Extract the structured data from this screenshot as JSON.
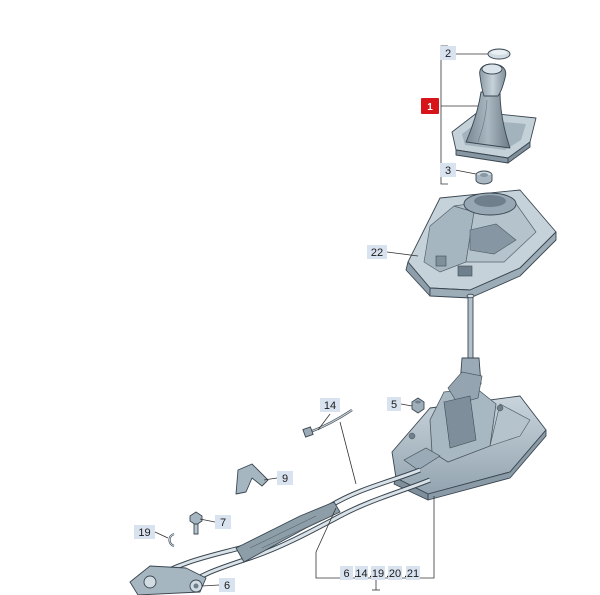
{
  "diagram": {
    "callouts": {
      "c1": "1",
      "c2": "2",
      "c3": "3",
      "c5": "5",
      "c6": "6",
      "c7": "7",
      "c9": "9",
      "c14": "14",
      "c19": "19",
      "c22": "22"
    },
    "multi_callout": [
      "6",
      "14",
      "19",
      "20",
      "21"
    ],
    "colors": {
      "callout_fill": "#d9e3f0",
      "highlight_fill": "#d7141a",
      "part_fill": "#b9c7d1",
      "part_dark": "#8fa1ad",
      "line": "#333333"
    }
  }
}
